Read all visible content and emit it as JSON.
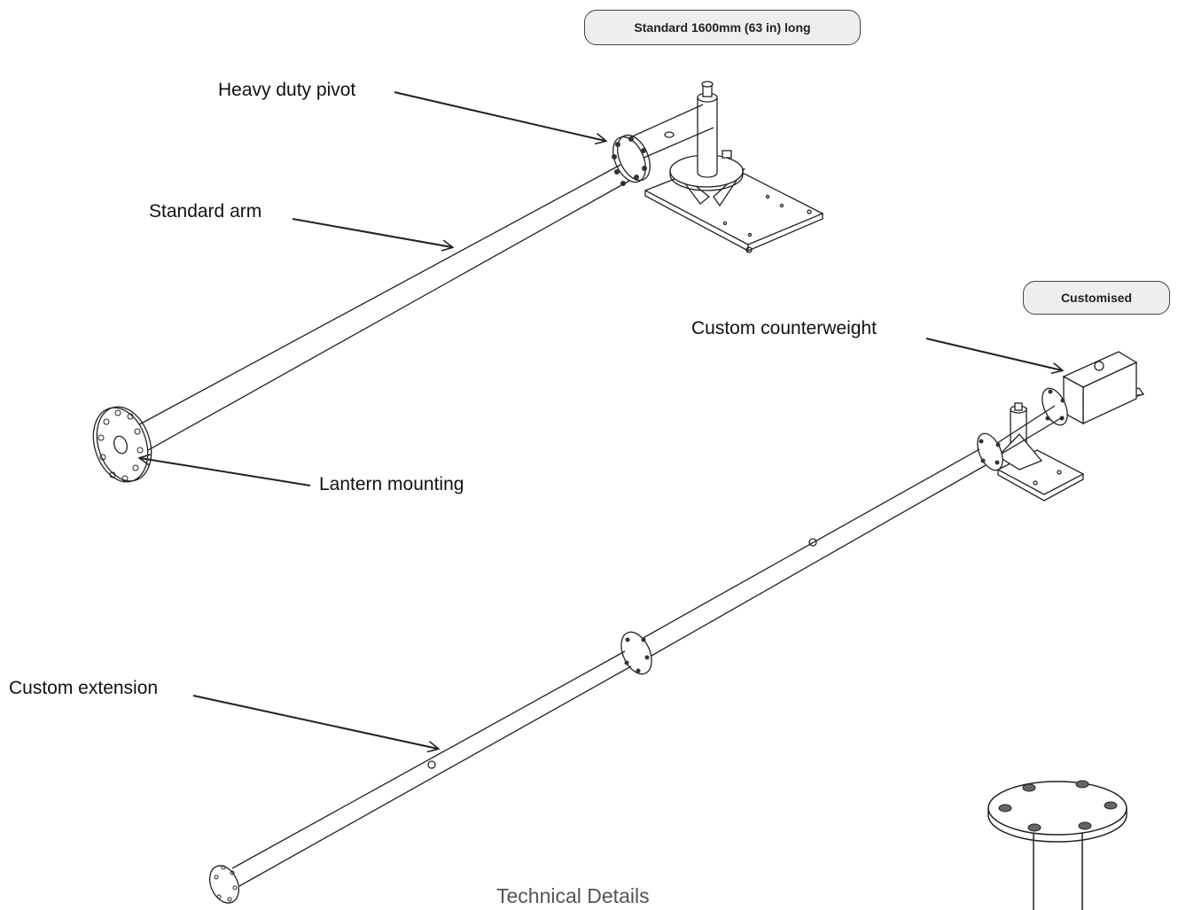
{
  "badges": {
    "standard": "Standard 1600mm (63 in) long",
    "customised": "Customised"
  },
  "labels": {
    "heavy_duty_pivot": "Heavy duty pivot",
    "standard_arm": "Standard arm",
    "lantern_mounting": "Lantern mounting",
    "custom_counterweight": "Custom counterweight",
    "custom_extension": "Custom extension"
  },
  "footer": {
    "title": "Technical Details"
  },
  "colors": {
    "line": "#222222",
    "badge_fill": "#eeeeee",
    "badge_border": "#444444"
  }
}
